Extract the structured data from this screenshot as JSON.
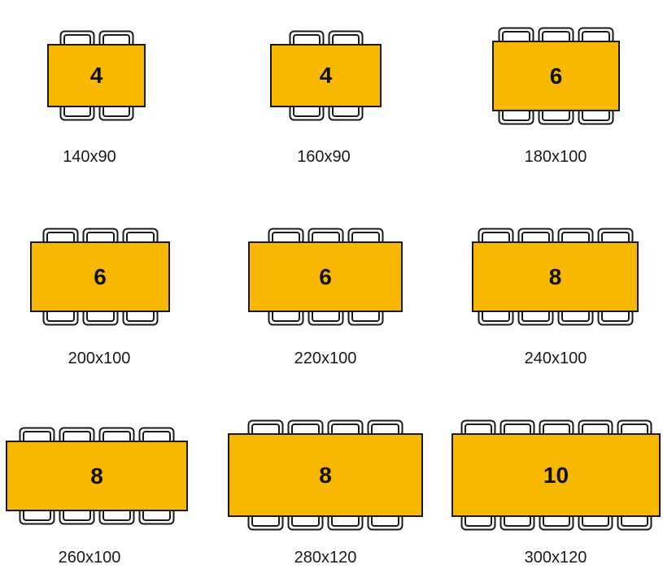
{
  "colors": {
    "table_fill": "#F9B800",
    "outline": "#1a1a1a",
    "chair_fill": "#ffffff"
  },
  "tables": [
    {
      "seats": "4",
      "size": "140x90",
      "chairs_per_side": 2
    },
    {
      "seats": "4",
      "size": "160x90",
      "chairs_per_side": 2
    },
    {
      "seats": "6",
      "size": "180x100",
      "chairs_per_side": 3
    },
    {
      "seats": "6",
      "size": "200x100",
      "chairs_per_side": 3
    },
    {
      "seats": "6",
      "size": "220x100",
      "chairs_per_side": 3
    },
    {
      "seats": "8",
      "size": "240x100",
      "chairs_per_side": 4
    },
    {
      "seats": "8",
      "size": "260x100",
      "chairs_per_side": 4
    },
    {
      "seats": "8",
      "size": "280x120",
      "chairs_per_side": 4
    },
    {
      "seats": "10",
      "size": "300x120",
      "chairs_per_side": 5
    }
  ]
}
